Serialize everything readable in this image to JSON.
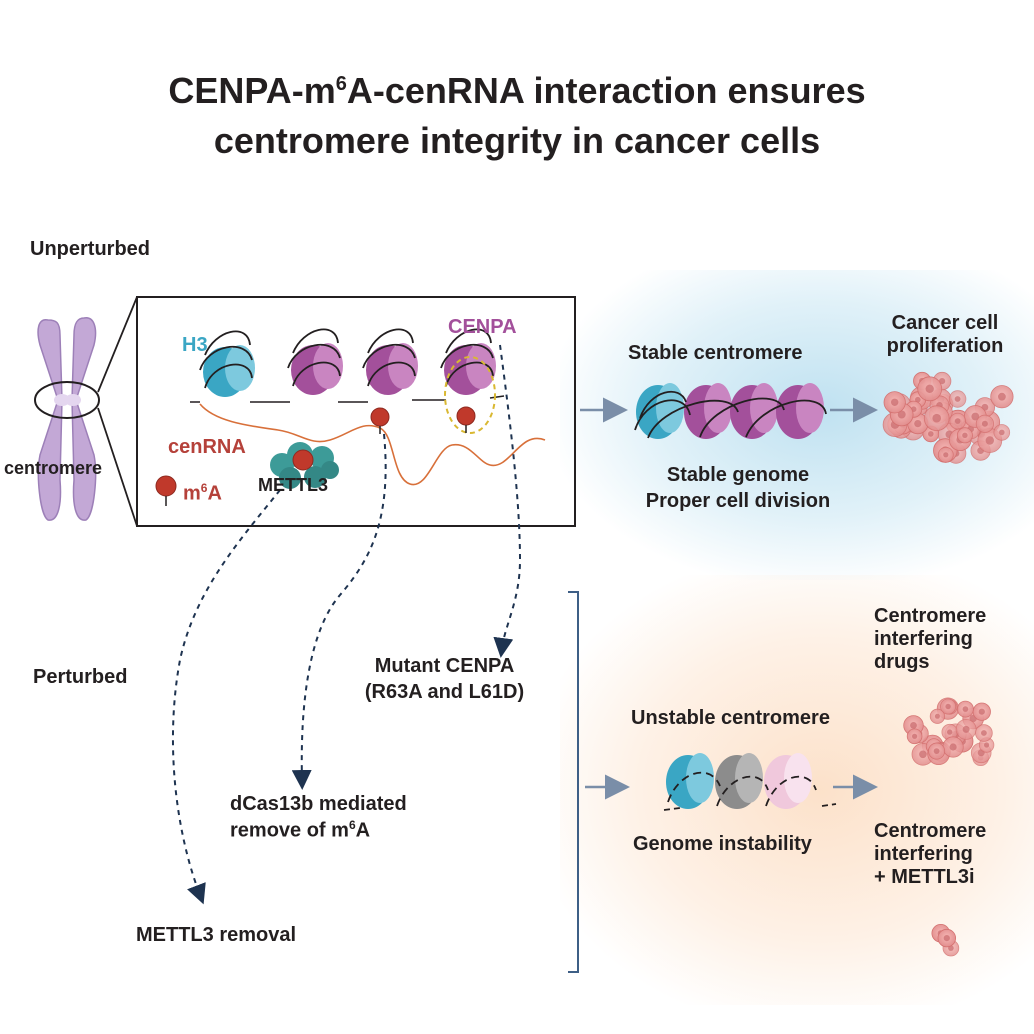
{
  "title": {
    "line1_pre": "CENPA-m",
    "line1_sup": "6",
    "line1_post": "A-cenRNA interaction ensures",
    "line2": "centromere integrity in cancer cells"
  },
  "sections": {
    "unperturbed": "Unperturbed",
    "perturbed": "Perturbed"
  },
  "inset": {
    "h3": "H3",
    "cenpa": "CENPA",
    "cenrna": "cenRNA",
    "m6a_pre": "m",
    "m6a_sup": "6",
    "m6a_post": "A",
    "mettl3": "METTL3"
  },
  "chromosome": {
    "label": "centromere"
  },
  "stable": {
    "title": "Stable centromere",
    "line1": "Stable genome",
    "line2": "Proper cell division",
    "outcome_line1": "Cancer cell",
    "outcome_line2": "proliferation"
  },
  "perturbations": {
    "mutant_line1": "Mutant CENPA",
    "mutant_line2": "(R63A and L61D)",
    "dcas_line1": "dCas13b mediated",
    "dcas_line2_pre": "remove of m",
    "dcas_line2_sup": "6",
    "dcas_line2_post": "A",
    "mettl3_removal": "METTL3 removal"
  },
  "unstable": {
    "title": "Unstable centromere",
    "caption": "Genome instability",
    "drugs_line1": "Centromere",
    "drugs_line2": "interfering",
    "drugs_line3": "drugs",
    "combo_line1": "Centromere",
    "combo_line2": "interfering",
    "combo_line3": "+ METTL3i"
  },
  "colors": {
    "text": "#231f20",
    "h3_teal": "#3aa6c4",
    "cenpa_purple": "#a3509b",
    "cenrna_red": "#b5413a",
    "m6a_red": "#c0392b",
    "mettl3_teal": "#3d9b98",
    "arrow_grey": "#7a8ea8",
    "dashed_navy": "#1e3350",
    "bracket_blue": "#3e5f86",
    "nucleosome_grey": "#8c8c8c",
    "nucleosome_pink": "#f0c8dc",
    "chromosome_lilac": "#c3a8d6"
  },
  "icons": [
    "chromosome-icon",
    "nucleosome-icon",
    "m6a-pin-icon",
    "mettl3-enzyme-icon",
    "cell-cluster-icon"
  ]
}
